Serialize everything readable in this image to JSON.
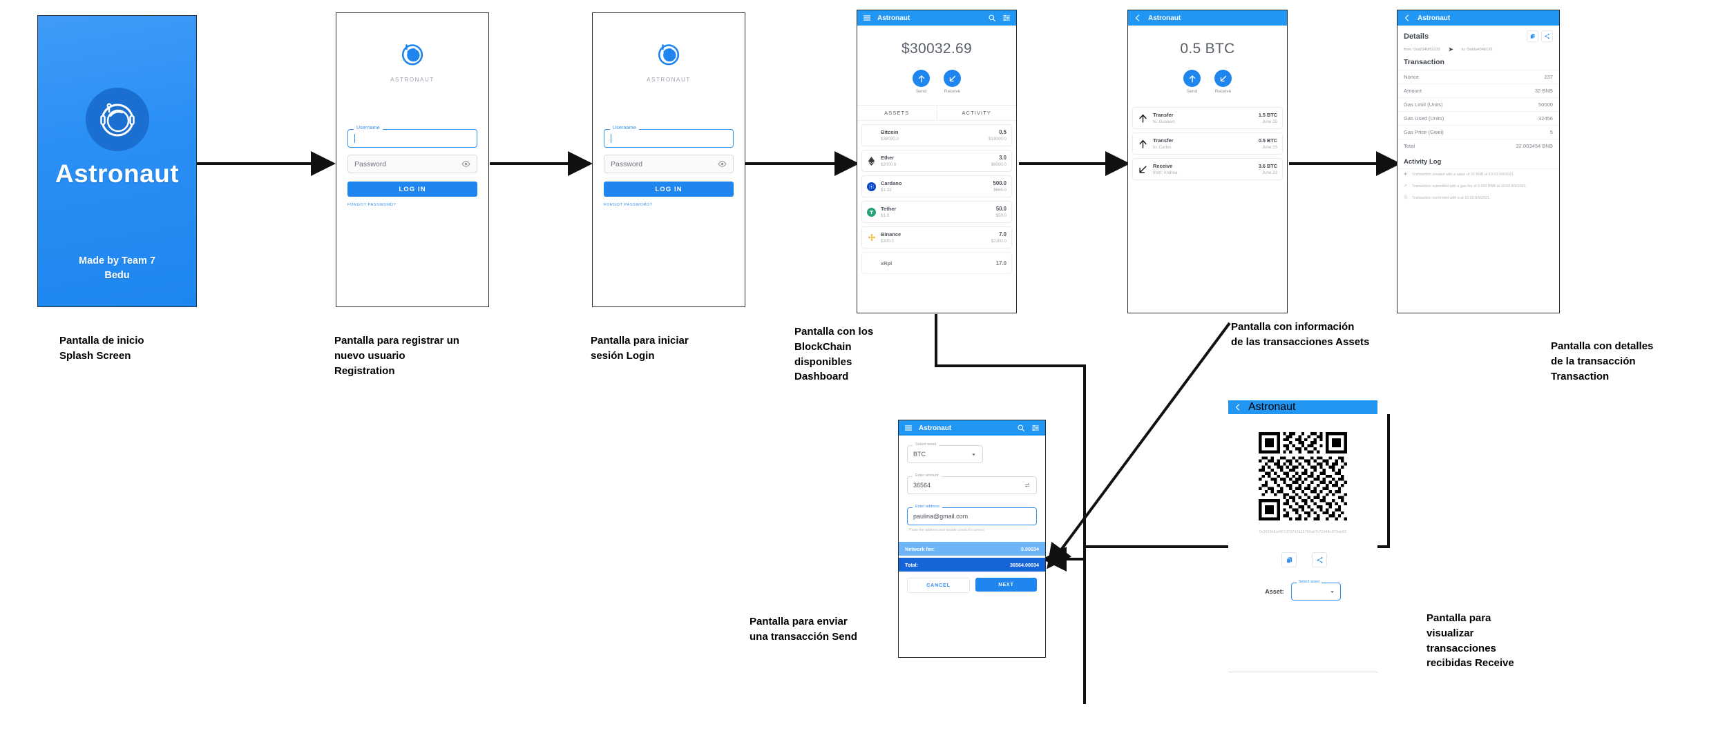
{
  "app": {
    "name": "Astronaut",
    "brand_color": "#2196f3",
    "accent": "#1f86f0"
  },
  "splash": {
    "title": "Astronaut",
    "footer_line1": "Made by Team 7",
    "footer_line2": "Bedu"
  },
  "auth": {
    "logo_label": "ASTRONAUT",
    "username_legend": "Username",
    "username_value": "",
    "password_placeholder": "Password",
    "login_button": "LOG IN",
    "forgot_link": "FORGOT PASSWORD?"
  },
  "dashboard": {
    "appbar_title": "Astronaut",
    "balance": "$30032.69",
    "send_label": "Send",
    "receive_label": "Receive",
    "tabs": [
      {
        "label": "ASSETS"
      },
      {
        "label": "ACTIVITY"
      }
    ],
    "assets": [
      {
        "name": "Bitcoin",
        "price": "$38000.0",
        "amount": "0.5",
        "value": "$19000.0",
        "color": "#f7931a",
        "symbol": "₿"
      },
      {
        "name": "Ether",
        "price": "$2000.0",
        "amount": "3.0",
        "value": "$6000.0",
        "color": "#3c3c3d",
        "symbol": "Ξ"
      },
      {
        "name": "Cardano",
        "price": "$1.33",
        "amount": "500.0",
        "value": "$665.0",
        "color": "#0033ad",
        "symbol": "₳"
      },
      {
        "name": "Tether",
        "price": "$1.0",
        "amount": "50.0",
        "value": "$50.0",
        "color": "#26a17b",
        "symbol": "₮"
      },
      {
        "name": "Binance",
        "price": "$300.0",
        "amount": "7.0",
        "value": "$2100.0",
        "color": "#f3ba2f",
        "symbol": "⬧"
      },
      {
        "name": "xRpl",
        "price": "",
        "amount": "17.0",
        "value": "",
        "color": "#23292f",
        "symbol": "✕"
      }
    ]
  },
  "asset_transactions": {
    "appbar_title": "Astronaut",
    "balance": "0.5 BTC",
    "send_label": "Send",
    "receive_label": "Receive",
    "rows": [
      {
        "type": "Transfer",
        "who": "to: Gustavo",
        "amount": "1.5 BTC",
        "date": "June 25",
        "direction": "up"
      },
      {
        "type": "Transfer",
        "who": "to: Carlos",
        "amount": "0.5 BTC",
        "date": "June 25",
        "direction": "up"
      },
      {
        "type": "Receive",
        "who": "from: Andrea",
        "amount": "3.6 BTC",
        "date": "June 23",
        "direction": "down"
      }
    ]
  },
  "transaction_detail": {
    "appbar_title": "Astronaut",
    "details_title": "Details",
    "from": "from: 0xa234bf52232",
    "to": "to: 0xdda434b133",
    "transaction_title": "Transaction",
    "rows": [
      {
        "k": "Nonce",
        "v": "237"
      },
      {
        "k": "Amount",
        "v": "32 BNB"
      },
      {
        "k": "Gas Limit (Units)",
        "v": "50000"
      },
      {
        "k": "Gas Used (Units)",
        "v": "32456"
      },
      {
        "k": "Gas Price (Gwei)",
        "v": "5"
      },
      {
        "k": "Total",
        "v": "32.003454 BNB"
      }
    ],
    "activity_log_title": "Activity Log",
    "log": [
      {
        "icon": "plus-icon",
        "text": "Transaction created with a value of 32 BNB at 10:03 8/9/2021."
      },
      {
        "icon": "arrow-up-right-icon",
        "text": "Transaction submitted with a gas fee of 0.002 BNB at 10:03 8/9/2021."
      },
      {
        "icon": "check-circle-icon",
        "text": "Transaction confirmed with a at 10:03 8/9/2021."
      }
    ]
  },
  "send": {
    "appbar_title": "Astronaut",
    "select_asset_legend": "Select asset",
    "select_asset_value": "BTC",
    "amount_legend": "Enter amount",
    "amount_value": "36564",
    "address_legend": "Enter address",
    "address_value": "paulina@gmail.com",
    "address_hint": "Paste the address and double check it's correct",
    "fee_label": "Network fee:",
    "fee_value": "0.00034",
    "total_label": "Total:",
    "total_value": "36564.00034",
    "cancel_button": "CANCEL",
    "next_button": "NEXT"
  },
  "receive": {
    "appbar_title": "Astronaut",
    "address": "0x3650bEaf4F1373742d35760ab7c72d4Ac879ab92",
    "asset_label": "Asset:",
    "select_asset_legend": "Select asset",
    "select_asset_value": ""
  },
  "captions": {
    "splash": "Pantalla de inicio\nSplash Screen",
    "registration": "Pantalla para registrar un\nnuevo usuario\nRegistration",
    "login": "Pantalla para iniciar\nsesión Login",
    "dashboard": "Pantalla con los\nBlockChain\ndisponibles\nDashboard",
    "assets": "Pantalla con información\nde las transacciones Assets",
    "transaction": "Pantalla con detalles\nde la transacción\nTransaction",
    "send": "Pantalla para enviar\nuna transacción Send",
    "receive": "Pantalla para\nvisualizar\ntransacciones\nrecibidas Receive"
  }
}
